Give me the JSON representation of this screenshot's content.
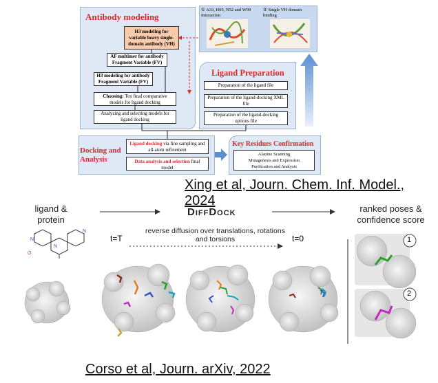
{
  "top": {
    "antibody": {
      "title": "Antibody modeling",
      "h3_vh": "H3 modeling for variable heavy single-domain antibody (VH)",
      "af_multimer": "AF multimer for antibody Fragment Variable (FV)",
      "h3_fv": "H3 modeling for antibody Fragment Variable (FV)",
      "choosing_bold": "Choosing:",
      "choosing_rest": " Ten final comparative models for ligand docking",
      "analyzing": "Analyzing and selecting models for ligand docking"
    },
    "interaction": {
      "label1": "① A33, H95, N52 and W99 Interaction",
      "label2": "② Single VH domain binding"
    },
    "ligand_prep": {
      "title": "Ligand Preparation",
      "step1": "Preparation of the ligand file",
      "step2": "Preparation of the ligand-docking XML file",
      "step3": "Preparation of the ligand-docking options file"
    },
    "docking": {
      "title": "Docking and Analysis",
      "box1_red": "Ligand docking",
      "box1_rest": " via fine sampling and all-atom refinement",
      "box2_red": "Data analysis and selection",
      "box2_rest": " final model"
    },
    "key_residues": {
      "title": "Key Residues Confirmation",
      "line1": "Alanine Scanning",
      "line2": "Mutagenesis and Expression",
      "line3": "Purification and Analysis"
    },
    "citation": "Xing et al, Journ. Chem. Inf. Model., 2024"
  },
  "bottom": {
    "ligand_label": "ligand & protein",
    "diffdock": "DiffDock",
    "ranked_label": "ranked poses & confidence score",
    "t_start": "t=T",
    "t_end": "t=0",
    "diffusion": "reverse diffusion over translations, rotations and torsions",
    "rank1": "1",
    "rank2": "2",
    "citation": "Corso et al, Journ. arXiv, 2022"
  },
  "colors": {
    "accent_red": "#e0272b",
    "panel_blue": "#dfe9f6",
    "arrow_blue": "#5b8fd1"
  }
}
